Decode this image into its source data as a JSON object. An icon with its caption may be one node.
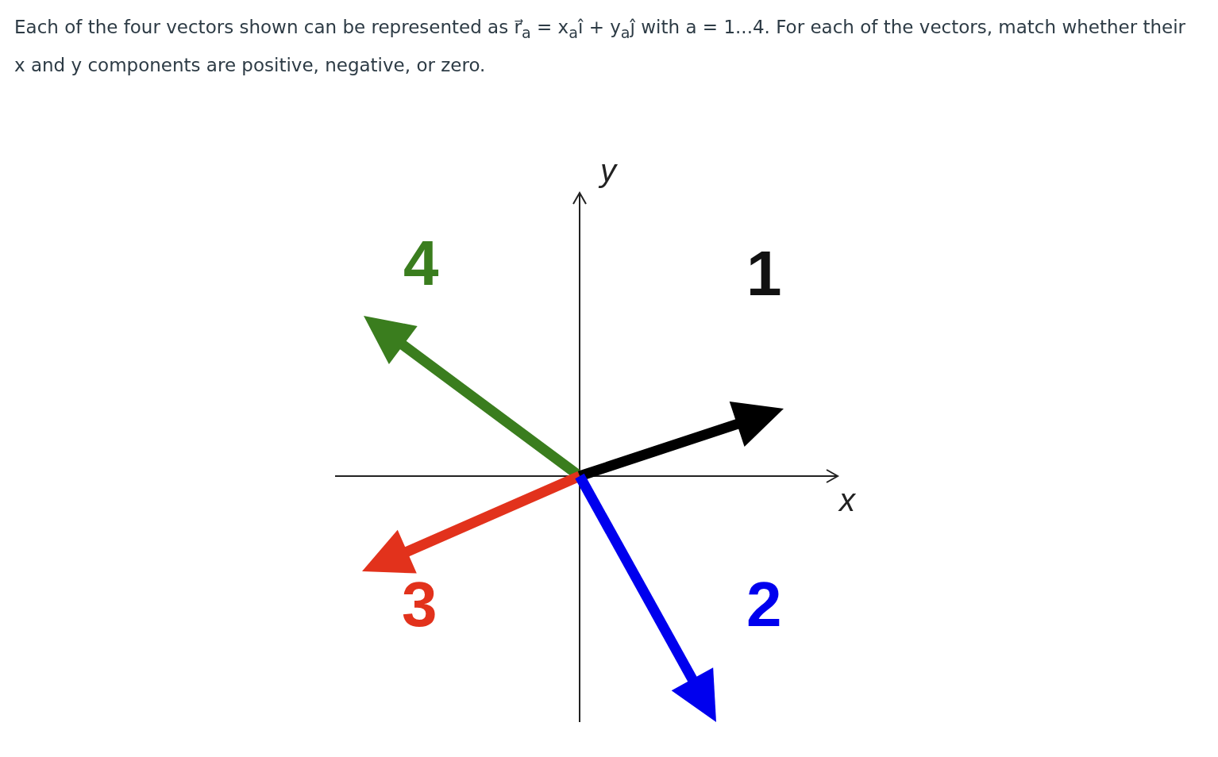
{
  "diagram": {
    "title": "Each of the four vectors shown can be represented as r⃗$_{a}$ = x$_{a}$î + y$_{a}$ĵ with a = 1...4. For each of the vectors, match whether their x and y components are positive, negative, or zero.",
    "labels": [
      "y",
      "4",
      "1",
      "x",
      "3",
      "2"
    ]
  }
}
